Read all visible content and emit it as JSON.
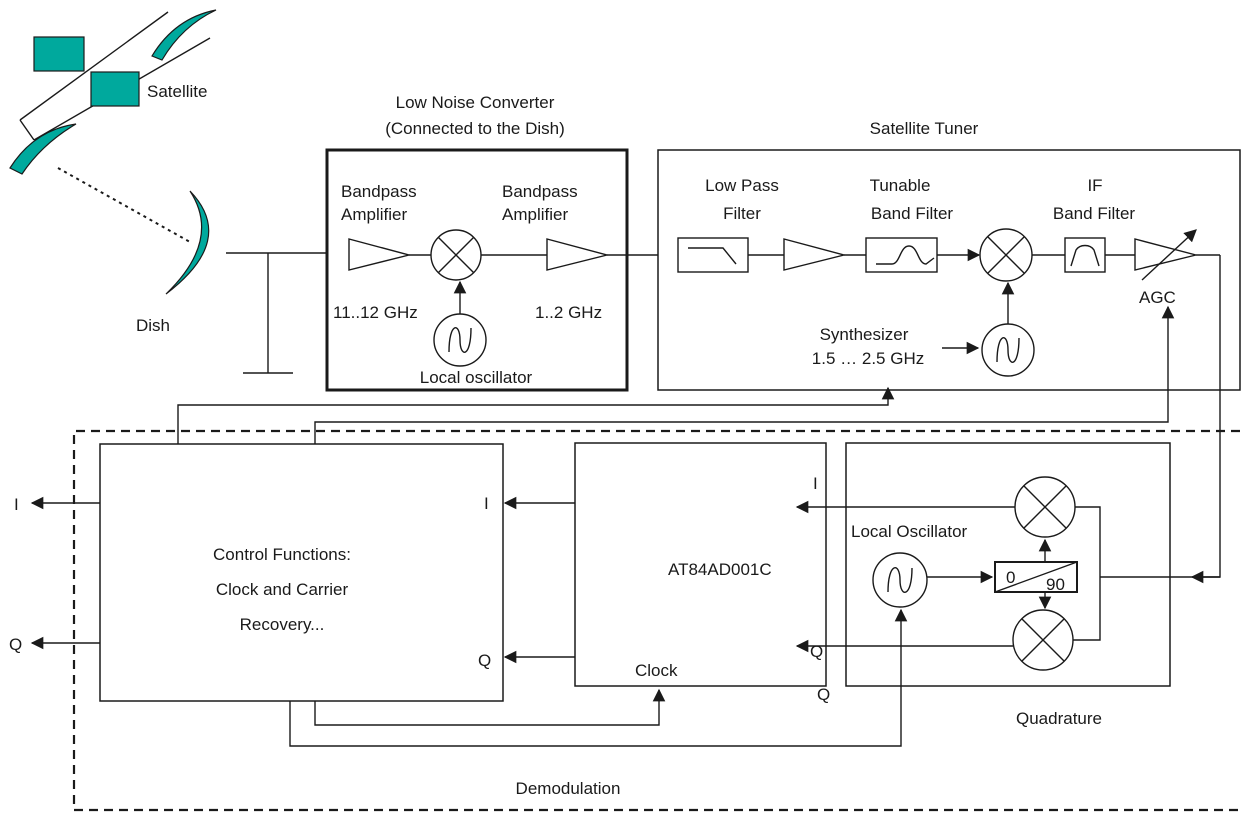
{
  "colors": {
    "accent": "#00a99d",
    "line": "#1a1a1a"
  },
  "labels": {
    "satellite": "Satellite",
    "dish": "Dish",
    "lnc_title_1": "Low Noise Converter",
    "lnc_title_2": "(Connected to the Dish)",
    "bp_amp1_1": "Bandpass",
    "bp_amp1_2": "Amplifier",
    "bp_amp2_1": "Bandpass",
    "bp_amp2_2": "Amplifier",
    "freq_in": "11..12 GHz",
    "freq_out": "1..2 GHz",
    "local_osc": "Local oscillator",
    "tuner_title": "Satellite Tuner",
    "lpf_1": "Low Pass",
    "lpf_2": "Filter",
    "tbf_1": "Tunable",
    "tbf_2": "Band Filter",
    "if_1": "IF",
    "if_2": "Band Filter",
    "agc": "AGC",
    "synth_1": "Synthesizer",
    "synth_2": "1.5 … 2.5 GHz",
    "i_out": "I",
    "q_out": "Q",
    "control_1": "Control Functions:",
    "control_2": "Clock and Carrier",
    "control_3": "Recovery...",
    "ctrl_i": "I",
    "ctrl_q": "Q",
    "adc": "AT84AD001C",
    "clock": "Clock",
    "quad_i": "I",
    "quad_q": "Q",
    "quad_q2": "Q",
    "local_osc_cap": "Local Oscillator",
    "phase_0": "0",
    "phase_90": "90",
    "quadrature": "Quadrature",
    "demodulation": "Demodulation"
  }
}
